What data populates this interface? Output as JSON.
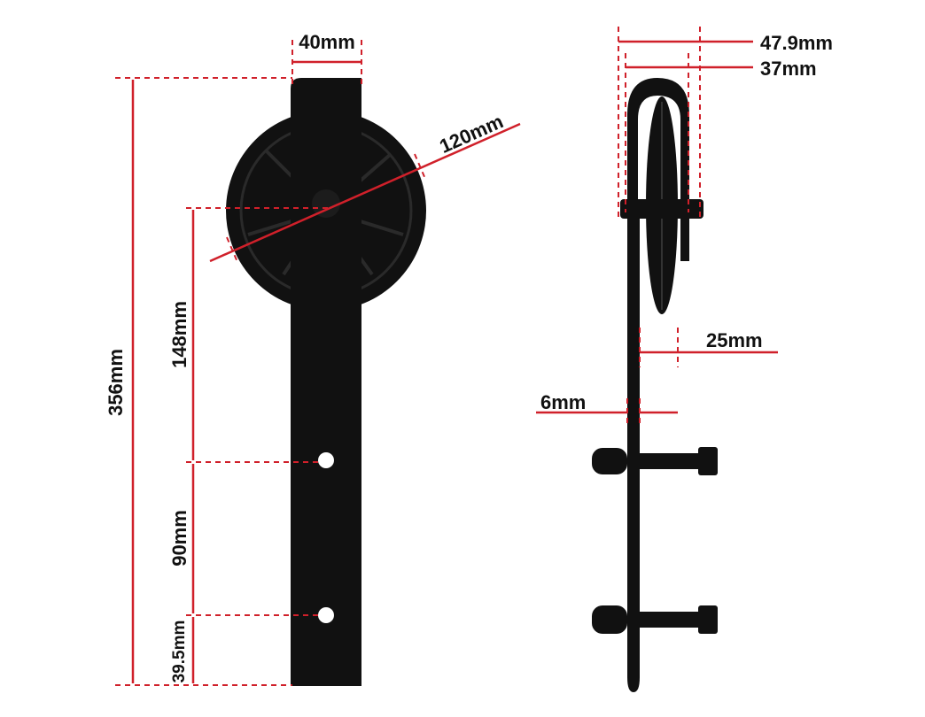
{
  "colors": {
    "dimension": "#d0202a",
    "hardware": "#111111",
    "background": "#ffffff"
  },
  "front_view": {
    "width_label": "40mm",
    "total_height_label": "356mm",
    "wheel_diameter_label": "120mm",
    "axle_to_hole_label": "148mm",
    "hole_spacing_label": "90mm",
    "hole_to_bottom_label": "39.5mm"
  },
  "side_view": {
    "outer_width_label": "47.9mm",
    "inner_width_label": "37mm",
    "wheel_offset_label": "25mm",
    "plate_thickness_label": "6mm"
  }
}
